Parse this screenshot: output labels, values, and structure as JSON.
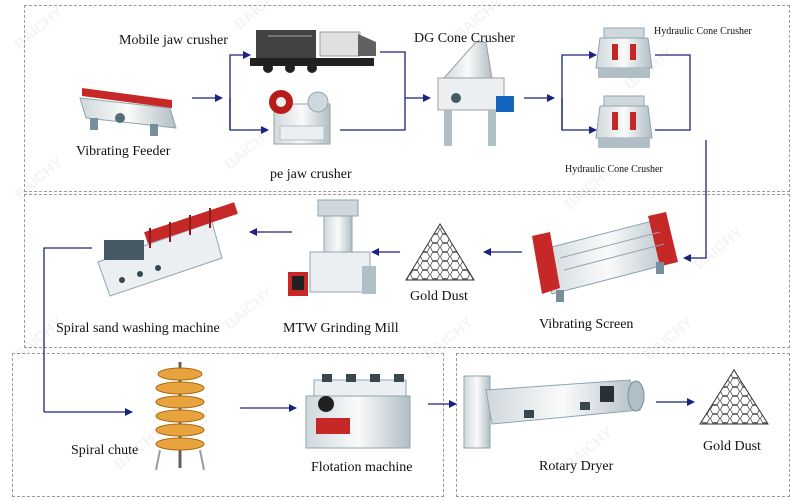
{
  "labels": {
    "vibrating_feeder": "Vibrating Feeder",
    "mobile_jaw_crusher": "Mobile jaw crusher",
    "pe_jaw_crusher": "pe jaw crusher",
    "dg_cone_crusher": "DG Cone Crusher",
    "hydraulic_cone_crusher_top": "Hydraulic Cone Crusher",
    "hydraulic_cone_crusher_bottom": "Hydraulic Cone Crusher",
    "vibrating_screen": "Vibrating Screen",
    "gold_dust_mid": "Gold Dust",
    "mtw_grinding_mill": "MTW Grinding Mill",
    "spiral_sand_washing_machine": "Spiral sand washing machine",
    "spiral_chute": "Spiral chute",
    "flotation_machine": "Flotation machine",
    "rotary_dryer": "Rotary Dryer",
    "gold_dust_end": "Gold Dust"
  },
  "watermark": "BAICHY",
  "colors": {
    "machine_red": "#c62828",
    "machine_white": "#eceff1",
    "machine_gray": "#78909c",
    "spiral_orange": "#e8a33d",
    "frame_border": "#9a9a9a",
    "arrow": "#1a237e"
  }
}
